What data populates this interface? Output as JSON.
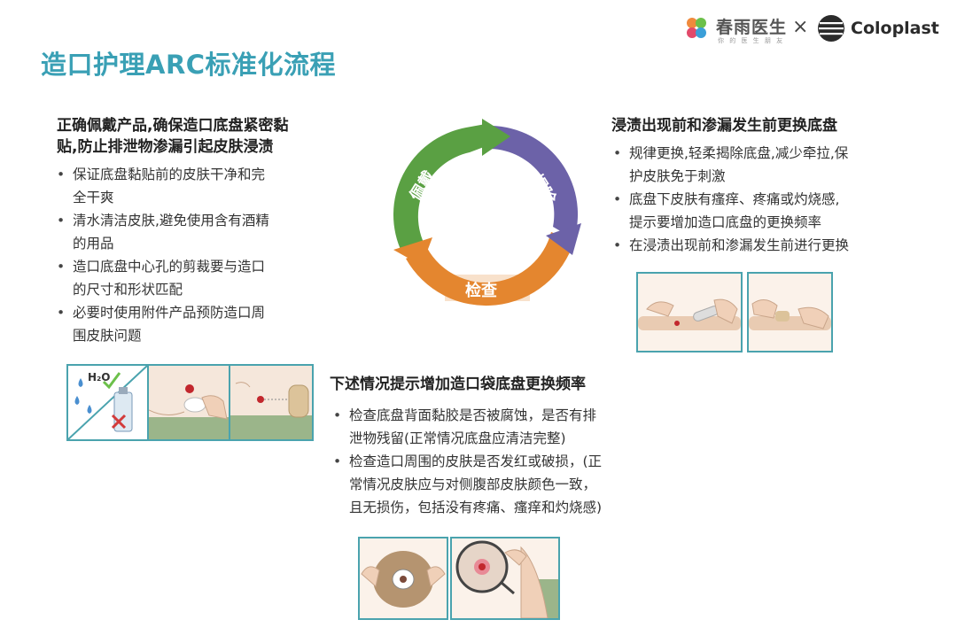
{
  "title": "造口护理ARC标准化流程",
  "logos": {
    "partner_name": "春雨医生",
    "partner_slogan": "你 的 医 生 朋 友",
    "times": "×",
    "brand": "Coloplast"
  },
  "cycle": {
    "wear": "佩戴",
    "remove": "揭除",
    "check": "检查",
    "colors": {
      "wear": "#5aa043",
      "remove": "#6c62a8",
      "check": "#e4862f"
    }
  },
  "left": {
    "heading": [
      "正确佩戴产品,确保造口底盘紧密黏",
      "贴,防止排泄物渗漏引起皮肤浸渍"
    ],
    "bullets": [
      [
        "保证底盘黏贴前的皮肤干净和完",
        "全干爽"
      ],
      [
        "清水清洁皮肤,避免使用含有酒精",
        "的用品"
      ],
      [
        "造口底盘中心孔的剪裁要与造口",
        "的尺寸和形状匹配"
      ],
      [
        "必要时使用附件产品预防造口周",
        "围皮肤问题"
      ]
    ],
    "h2o_label": "H₂O"
  },
  "right": {
    "heading": "浸渍出现前和渗漏发生前更换底盘",
    "bullets": [
      [
        "规律更换,轻柔揭除底盘,减少牵拉,保",
        "护皮肤免于刺激"
      ],
      [
        "底盘下皮肤有瘙痒、疼痛或灼烧感,",
        "提示要增加造口底盘的更换频率"
      ],
      [
        "在浸渍出现前和渗漏发生前进行更换"
      ]
    ]
  },
  "middle": {
    "heading": "下述情况提示增加造口袋底盘更换频率",
    "bullets": [
      [
        "检查底盘背面黏胶是否被腐蚀，是否有排",
        "泄物残留(正常情况底盘应清洁完整)"
      ],
      [
        "检查造口周围的皮肤是否发红或破损，(正",
        "常情况皮肤应与对侧腹部皮肤颜色一致，",
        "且无损伤，包括没有疼痛、瘙痒和灼烧感)"
      ]
    ]
  }
}
